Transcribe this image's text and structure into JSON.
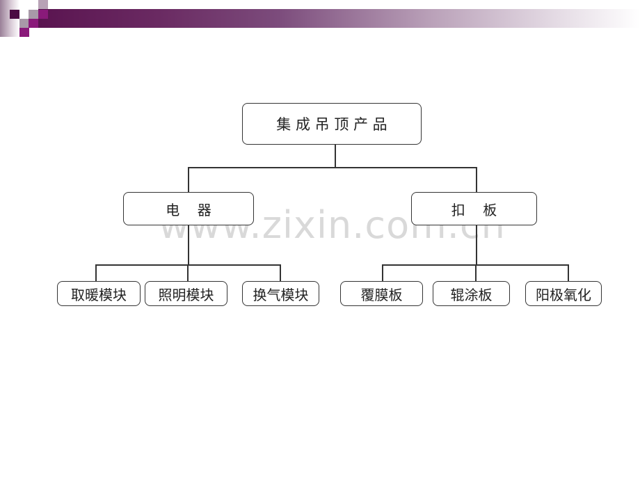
{
  "header": {
    "accent_dark": "#5a1450",
    "accent_magenta": "#8a1a7a",
    "accent_gray": "#a899a8"
  },
  "watermark": "www.zixin.com.cn",
  "diagram": {
    "root": {
      "label": "集 成 吊 顶 产 品"
    },
    "branches": [
      {
        "label": "电    器",
        "children": [
          {
            "label": "取暖模块"
          },
          {
            "label": "照明模块"
          },
          {
            "label": "换气模块"
          }
        ]
      },
      {
        "label": "扣    板",
        "children": [
          {
            "label": "覆膜板"
          },
          {
            "label": "辊涂板"
          },
          {
            "label": "阳极氧化"
          }
        ]
      }
    ]
  }
}
